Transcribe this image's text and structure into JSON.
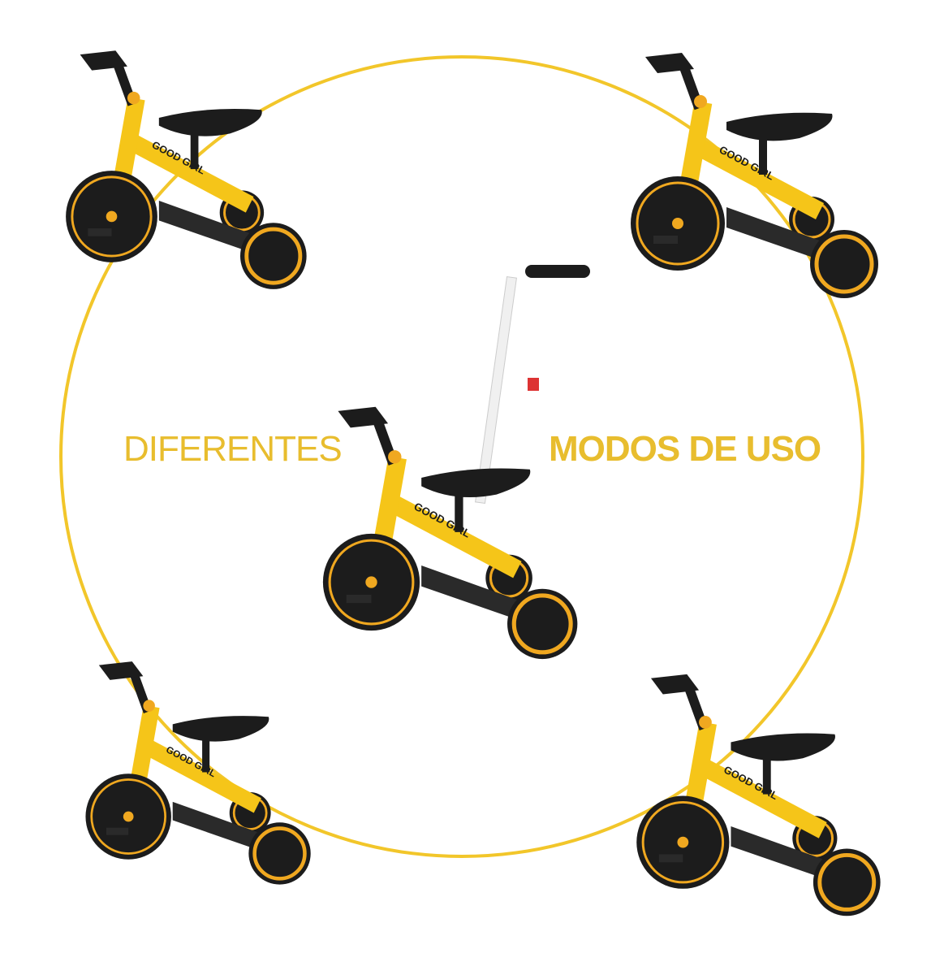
{
  "headline": {
    "left": "DIFERENTES",
    "right": "MODOS DE USO"
  },
  "brand_label": "GOOD GIRL",
  "colors": {
    "accent": "#e8bd2e",
    "ring": "#f2c62a",
    "frame": "#f5c519",
    "tire": "#1c1c1c",
    "rim": "#f0a820"
  },
  "modes": [
    {
      "icon": "tricycle-pedals-icon"
    },
    {
      "icon": "tricycle-basket-icon"
    },
    {
      "icon": "tricycle-push-handle-icon"
    },
    {
      "icon": "tricycle-pedals-icon"
    },
    {
      "icon": "tricycle-basket-icon"
    }
  ]
}
